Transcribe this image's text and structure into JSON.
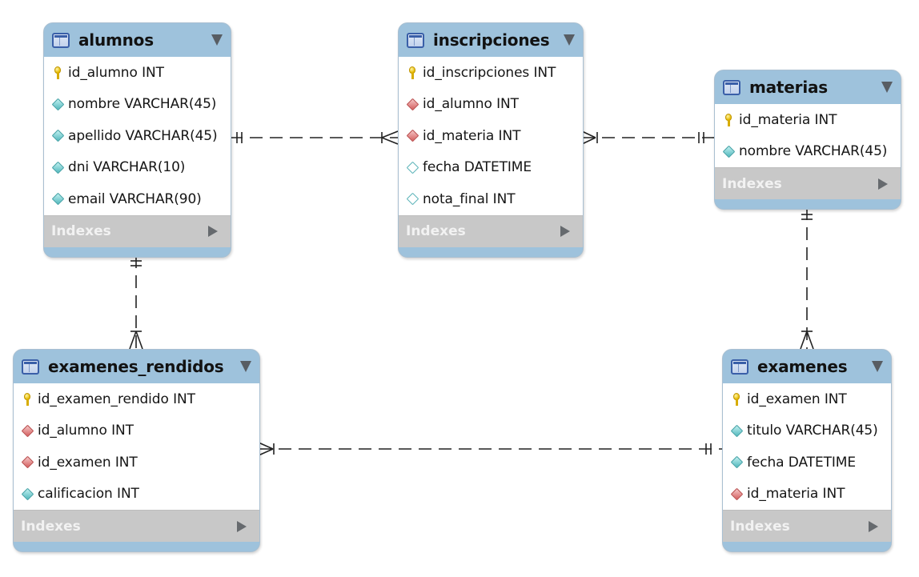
{
  "tables": [
    {
      "id": "alumnos",
      "title": "alumnos",
      "columns": [
        {
          "text": "id_alumno INT",
          "icon": "primary-key-icon"
        },
        {
          "text": "nombre VARCHAR(45)",
          "icon": "column-diamond-icon"
        },
        {
          "text": "apellido VARCHAR(45)",
          "icon": "column-diamond-icon"
        },
        {
          "text": "dni VARCHAR(10)",
          "icon": "column-diamond-icon"
        },
        {
          "text": "email VARCHAR(90)",
          "icon": "column-diamond-icon"
        }
      ],
      "indexes_label": "Indexes"
    },
    {
      "id": "inscripciones",
      "title": "inscripciones",
      "columns": [
        {
          "text": "id_inscripciones INT",
          "icon": "primary-key-icon"
        },
        {
          "text": "id_alumno INT",
          "icon": "foreign-key-diamond-icon"
        },
        {
          "text": "id_materia INT",
          "icon": "foreign-key-diamond-icon"
        },
        {
          "text": "fecha DATETIME",
          "icon": "nullable-diamond-icon"
        },
        {
          "text": "nota_final INT",
          "icon": "nullable-diamond-icon"
        }
      ],
      "indexes_label": "Indexes"
    },
    {
      "id": "materias",
      "title": "materias",
      "columns": [
        {
          "text": "id_materia INT",
          "icon": "primary-key-icon"
        },
        {
          "text": "nombre VARCHAR(45)",
          "icon": "column-diamond-icon"
        }
      ],
      "indexes_label": "Indexes"
    },
    {
      "id": "examenes_rendidos",
      "title": "examenes_rendidos",
      "columns": [
        {
          "text": "id_examen_rendido INT",
          "icon": "primary-key-icon"
        },
        {
          "text": "id_alumno INT",
          "icon": "foreign-key-diamond-icon"
        },
        {
          "text": "id_examen INT",
          "icon": "foreign-key-diamond-icon"
        },
        {
          "text": "calificacion INT",
          "icon": "column-diamond-icon"
        }
      ],
      "indexes_label": "Indexes"
    },
    {
      "id": "examenes",
      "title": "examenes",
      "columns": [
        {
          "text": "id_examen INT",
          "icon": "primary-key-icon"
        },
        {
          "text": "titulo VARCHAR(45)",
          "icon": "column-diamond-icon"
        },
        {
          "text": "fecha DATETIME",
          "icon": "column-diamond-icon"
        },
        {
          "text": "id_materia INT",
          "icon": "foreign-key-diamond-icon"
        }
      ],
      "indexes_label": "Indexes"
    }
  ],
  "relationships": [
    {
      "from": "alumnos",
      "to": "inscripciones",
      "from_cardinality": "one",
      "to_cardinality": "many"
    },
    {
      "from": "materias",
      "to": "inscripciones",
      "from_cardinality": "one",
      "to_cardinality": "many"
    },
    {
      "from": "alumnos",
      "to": "examenes_rendidos",
      "from_cardinality": "one",
      "to_cardinality": "many"
    },
    {
      "from": "materias",
      "to": "examenes",
      "from_cardinality": "one",
      "to_cardinality": "many"
    },
    {
      "from": "examenes",
      "to": "examenes_rendidos",
      "from_cardinality": "one",
      "to_cardinality": "many"
    }
  ],
  "colors": {
    "header": "#9ec2dc",
    "indexes_bar": "#c8c8c8",
    "line": "#222222"
  }
}
